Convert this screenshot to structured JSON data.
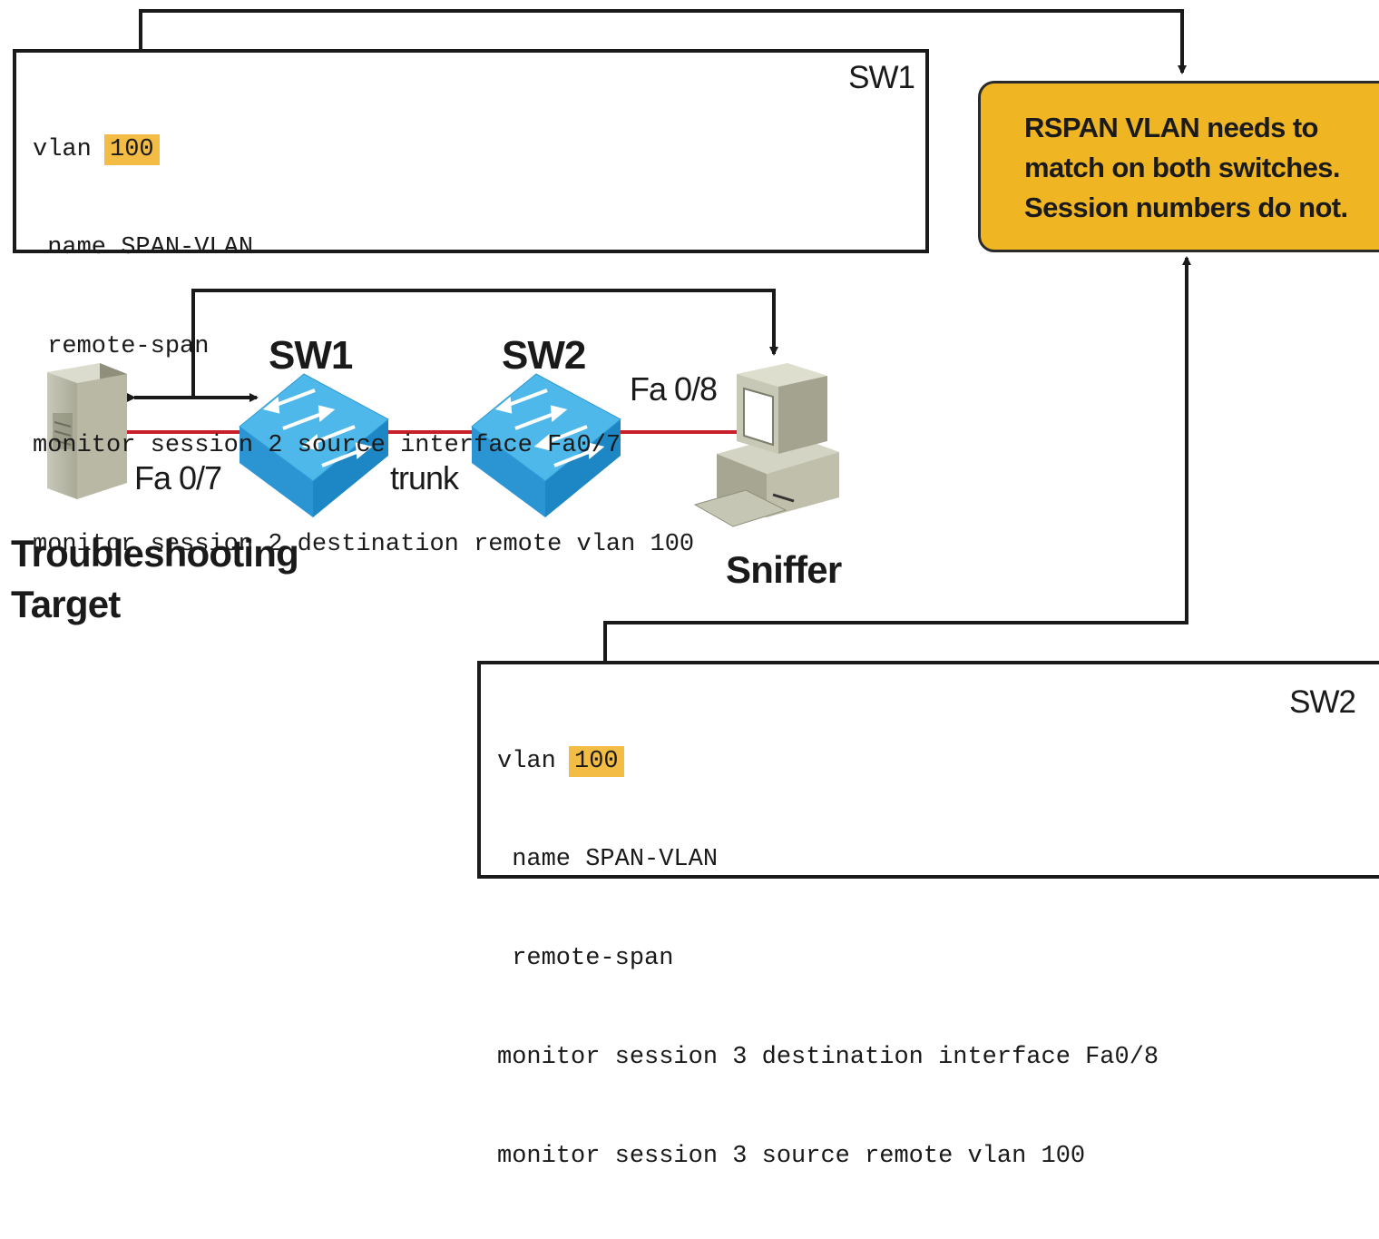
{
  "sw1_config": {
    "box_label": "SW1",
    "lines": [
      {
        "prefix": "vlan ",
        "highlight": "100"
      },
      {
        "text": " name SPAN-VLAN"
      },
      {
        "text": " remote-span"
      },
      {
        "text": "monitor session 2 source interface Fa0/7"
      },
      {
        "text": "monitor session 2 destination remote vlan 100"
      }
    ]
  },
  "sw2_config": {
    "box_label": "SW2",
    "lines": [
      {
        "prefix": "vlan ",
        "highlight": "100"
      },
      {
        "text": " name SPAN-VLAN"
      },
      {
        "text": " remote-span"
      },
      {
        "text": "monitor session 3 destination interface Fa0/8"
      },
      {
        "text": "monitor session 3 source remote vlan 100"
      }
    ]
  },
  "note": {
    "lines": [
      "RSPAN VLAN needs to",
      "match on both switches.",
      "Session numbers do not."
    ]
  },
  "topology": {
    "switch1_label": "SW1",
    "switch2_label": "SW2",
    "port_target": "Fa 0/7",
    "link_trunk": "trunk",
    "port_sniffer": "Fa 0/8",
    "target_label_line1": "Troubleshooting",
    "target_label_line2": "Target",
    "sniffer_label": "Sniffer"
  },
  "colors": {
    "highlight": "#f3bd45",
    "note_fill": "#efb523",
    "link": "#c8202a",
    "switch_top": "#4fb8ea",
    "switch_side": "#1d86c4",
    "outline": "#1a1a1a"
  }
}
